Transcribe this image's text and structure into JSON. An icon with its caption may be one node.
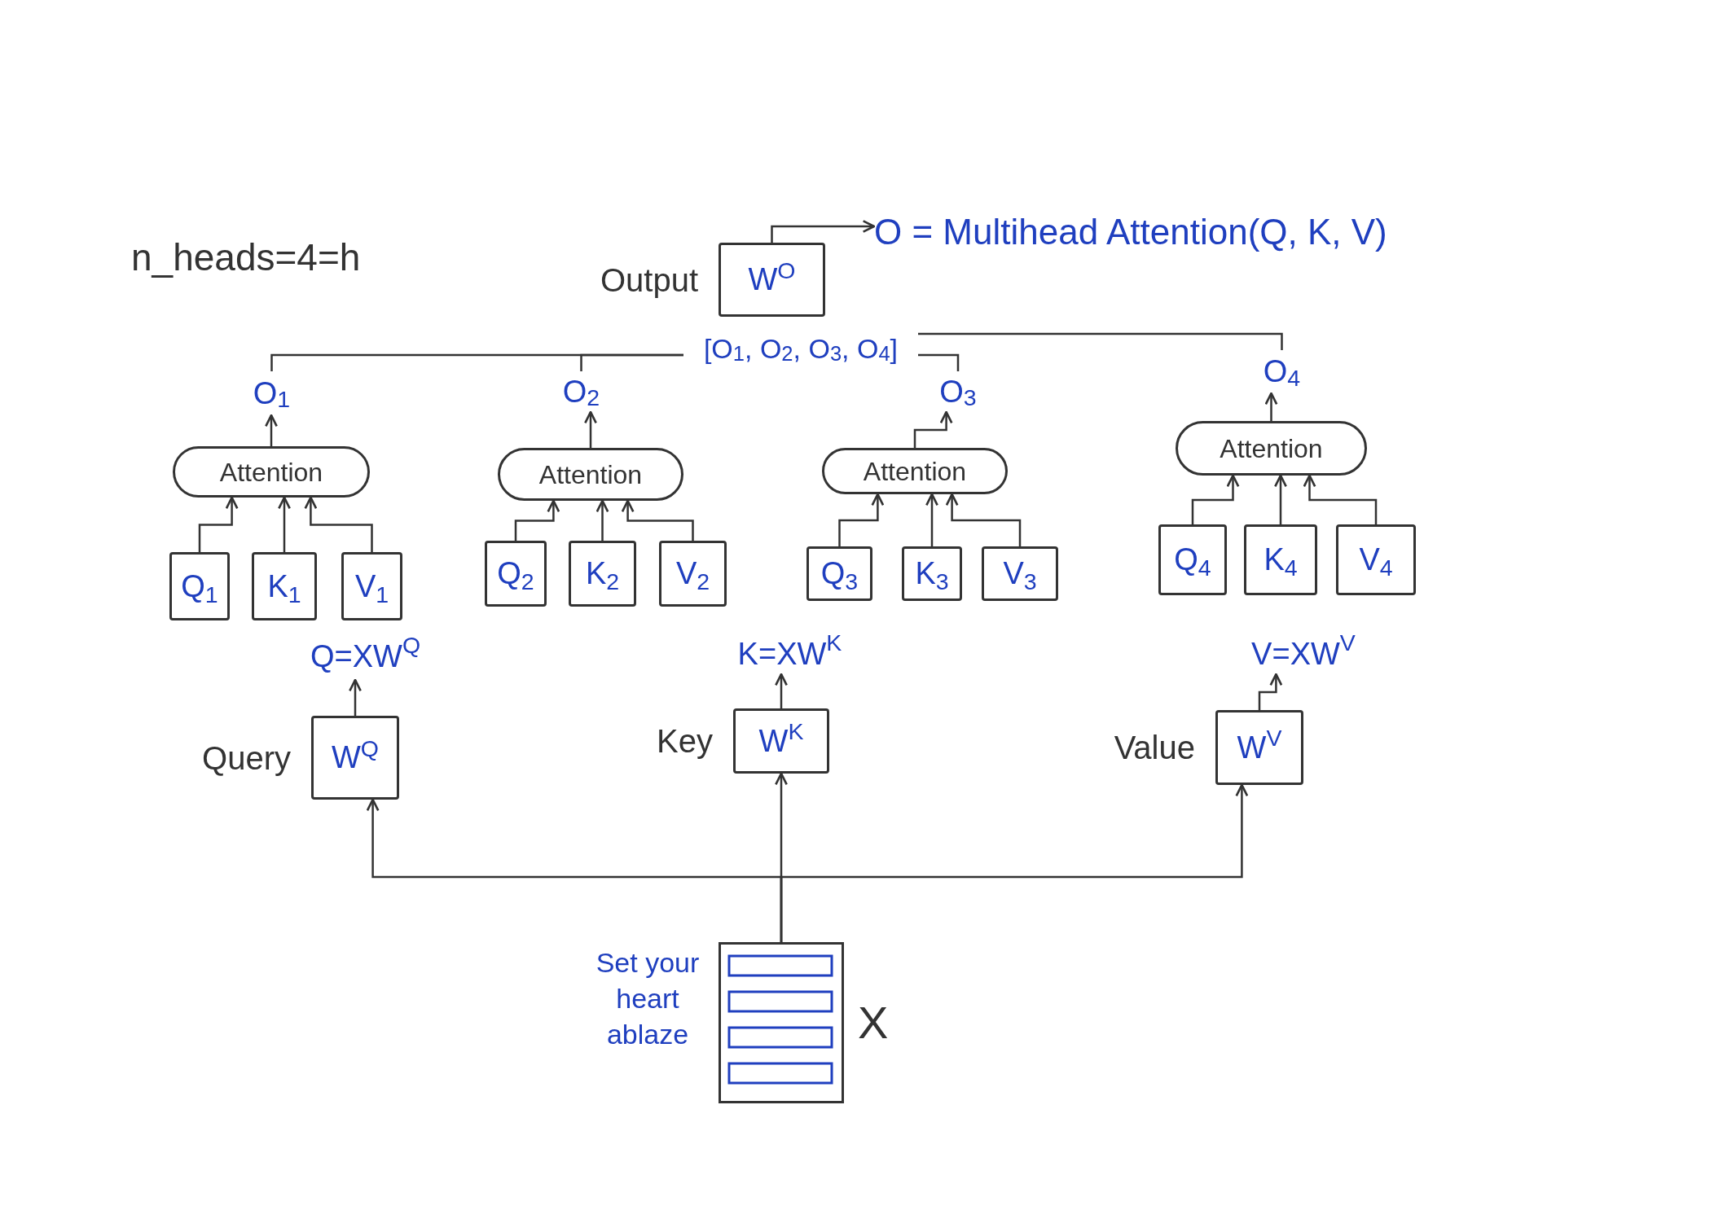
{
  "diagram": {
    "nodes": [
      {
        "text": [
          "W$^{O}$"
        ],
        "beside": [
          "Output"
        ]
      },
      {
        "text": [
          "O = Multihead Attention(Q, K, V)"
        ]
      },
      {
        "text": [
          "[O$_{1}$, O$_{2}$, O$_{3}$, O$_{4}$]"
        ]
      },
      {
        "text": [
          "O$_{1}$"
        ]
      },
      {
        "text": [
          "O$_{2}$"
        ]
      },
      {
        "text": [
          "O$_{3}$"
        ]
      },
      {
        "text": [
          "O$_{4}$"
        ]
      },
      {
        "text": [
          "Attention"
        ]
      },
      {
        "text": [
          "Attention"
        ]
      },
      {
        "text": [
          "Attention"
        ]
      },
      {
        "text": [
          "Attention"
        ]
      },
      {
        "text": [
          "Q$_{1}$"
        ]
      },
      {
        "text": [
          "K$_{1}$"
        ]
      },
      {
        "text": [
          "V$_{1}$"
        ]
      },
      {
        "text": [
          "Q$_{2}$"
        ]
      },
      {
        "text": [
          "K$_{2}$"
        ]
      },
      {
        "text": [
          "V$_{2}$"
        ]
      },
      {
        "text": [
          "Q$_{3}$"
        ]
      },
      {
        "text": [
          "K$_{3}$"
        ]
      },
      {
        "text": [
          "V$_{3}$"
        ]
      },
      {
        "text": [
          "Q$_{4}$"
        ]
      },
      {
        "text": [
          "K$_{4}$"
        ]
      },
      {
        "text": [
          "V$_{4}$"
        ]
      },
      {
        "text": [
          "Q=XW$^{Q}$"
        ]
      },
      {
        "text": [
          "K=XW$^{K}$"
        ]
      },
      {
        "text": [
          "V=XW$^{V}$"
        ]
      },
      {
        "text": [
          "W$^{Q}$"
        ],
        "beside": [
          "Query"
        ]
      },
      {
        "text": [
          "W$^{K}$"
        ],
        "beside": [
          "Key"
        ]
      },
      {
        "text": [
          "W$^{V}$"
        ],
        "beside": [
          "Value"
        ]
      },
      {
        "text": [],
        "shape": "box",
        "beside": [
          "X"
        ]
      }
    ],
    "edges": [
      {
        "from": 0,
        "to": 1,
        "arrow": "to"
      },
      {
        "from": 3,
        "to": 2,
        "arrow": "none"
      },
      {
        "from": 4,
        "to": 2,
        "arrow": "none"
      },
      {
        "from": 5,
        "to": 2,
        "arrow": "none"
      },
      {
        "from": 6,
        "to": 2,
        "arrow": "none"
      },
      {
        "from": 7,
        "to": 3,
        "arrow": "to"
      },
      {
        "from": 8,
        "to": 4,
        "arrow": "to"
      },
      {
        "from": 9,
        "to": 5,
        "arrow": "to"
      },
      {
        "from": 10,
        "to": 6,
        "arrow": "to"
      },
      {
        "from": 11,
        "to": 7,
        "arrow": "to"
      },
      {
        "from": 12,
        "to": 7,
        "arrow": "to"
      },
      {
        "from": 13,
        "to": 7,
        "arrow": "to"
      },
      {
        "from": 14,
        "to": 8,
        "arrow": "to"
      },
      {
        "from": 15,
        "to": 8,
        "arrow": "to"
      },
      {
        "from": 16,
        "to": 8,
        "arrow": "to"
      },
      {
        "from": 17,
        "to": 9,
        "arrow": "to"
      },
      {
        "from": 18,
        "to": 9,
        "arrow": "to"
      },
      {
        "from": 19,
        "to": 9,
        "arrow": "to"
      },
      {
        "from": 20,
        "to": 10,
        "arrow": "to"
      },
      {
        "from": 21,
        "to": 10,
        "arrow": "to"
      },
      {
        "from": 22,
        "to": 10,
        "arrow": "to"
      },
      {
        "from": 26,
        "to": 23,
        "arrow": "to"
      },
      {
        "from": 27,
        "to": 24,
        "arrow": "to"
      },
      {
        "from": 28,
        "to": 25,
        "arrow": "to"
      },
      {
        "from": 29,
        "to": 26,
        "arrow": "to"
      },
      {
        "from": 29,
        "to": 27,
        "arrow": "to"
      },
      {
        "from": 29,
        "to": 28,
        "arrow": "to"
      }
    ],
    "labels": [
      "n_heads=4=h",
      "Set your heart ablaze"
    ]
  }
}
